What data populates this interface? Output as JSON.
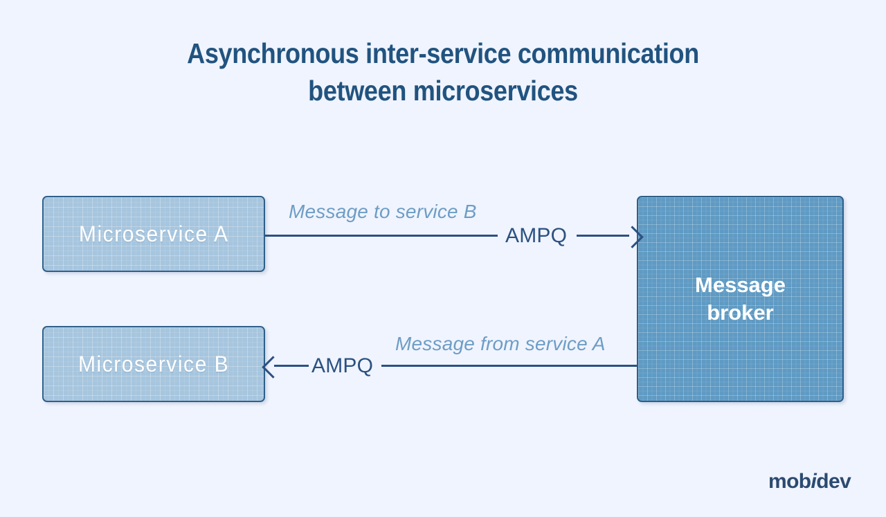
{
  "page": {
    "background_color": "#f0f4fe",
    "title": "Asynchronous inter-service communication\nbetween microservices"
  },
  "colors": {
    "title_text": "#21537f",
    "node_light_fill": "#a6c5de",
    "node_dark_fill": "#5e9ac3",
    "node_border": "#2e5f8a",
    "connector": "#2a5181",
    "protocol_text": "#2a5181",
    "message_text": "#6d9dc5",
    "node_text": "#ffffff",
    "logo_text": "#2c4a70"
  },
  "diagram": {
    "type": "flow-diagram",
    "nodes": [
      {
        "id": "service-a",
        "label": "Microservice A",
        "style": "light"
      },
      {
        "id": "service-b",
        "label": "Microservice B",
        "style": "light"
      },
      {
        "id": "broker",
        "label": "Message\nbroker",
        "style": "dark"
      }
    ],
    "connectors": [
      {
        "id": "a-to-broker",
        "from": "service-a",
        "to": "broker",
        "direction": "right",
        "protocol": "AMPQ",
        "message": "Message to service B"
      },
      {
        "id": "broker-to-b",
        "from": "broker",
        "to": "service-b",
        "direction": "left",
        "protocol": "AMPQ",
        "message": "Message from service A"
      }
    ]
  },
  "logo": {
    "part1": "mob",
    "part_italic": "i",
    "part2": "dev"
  }
}
